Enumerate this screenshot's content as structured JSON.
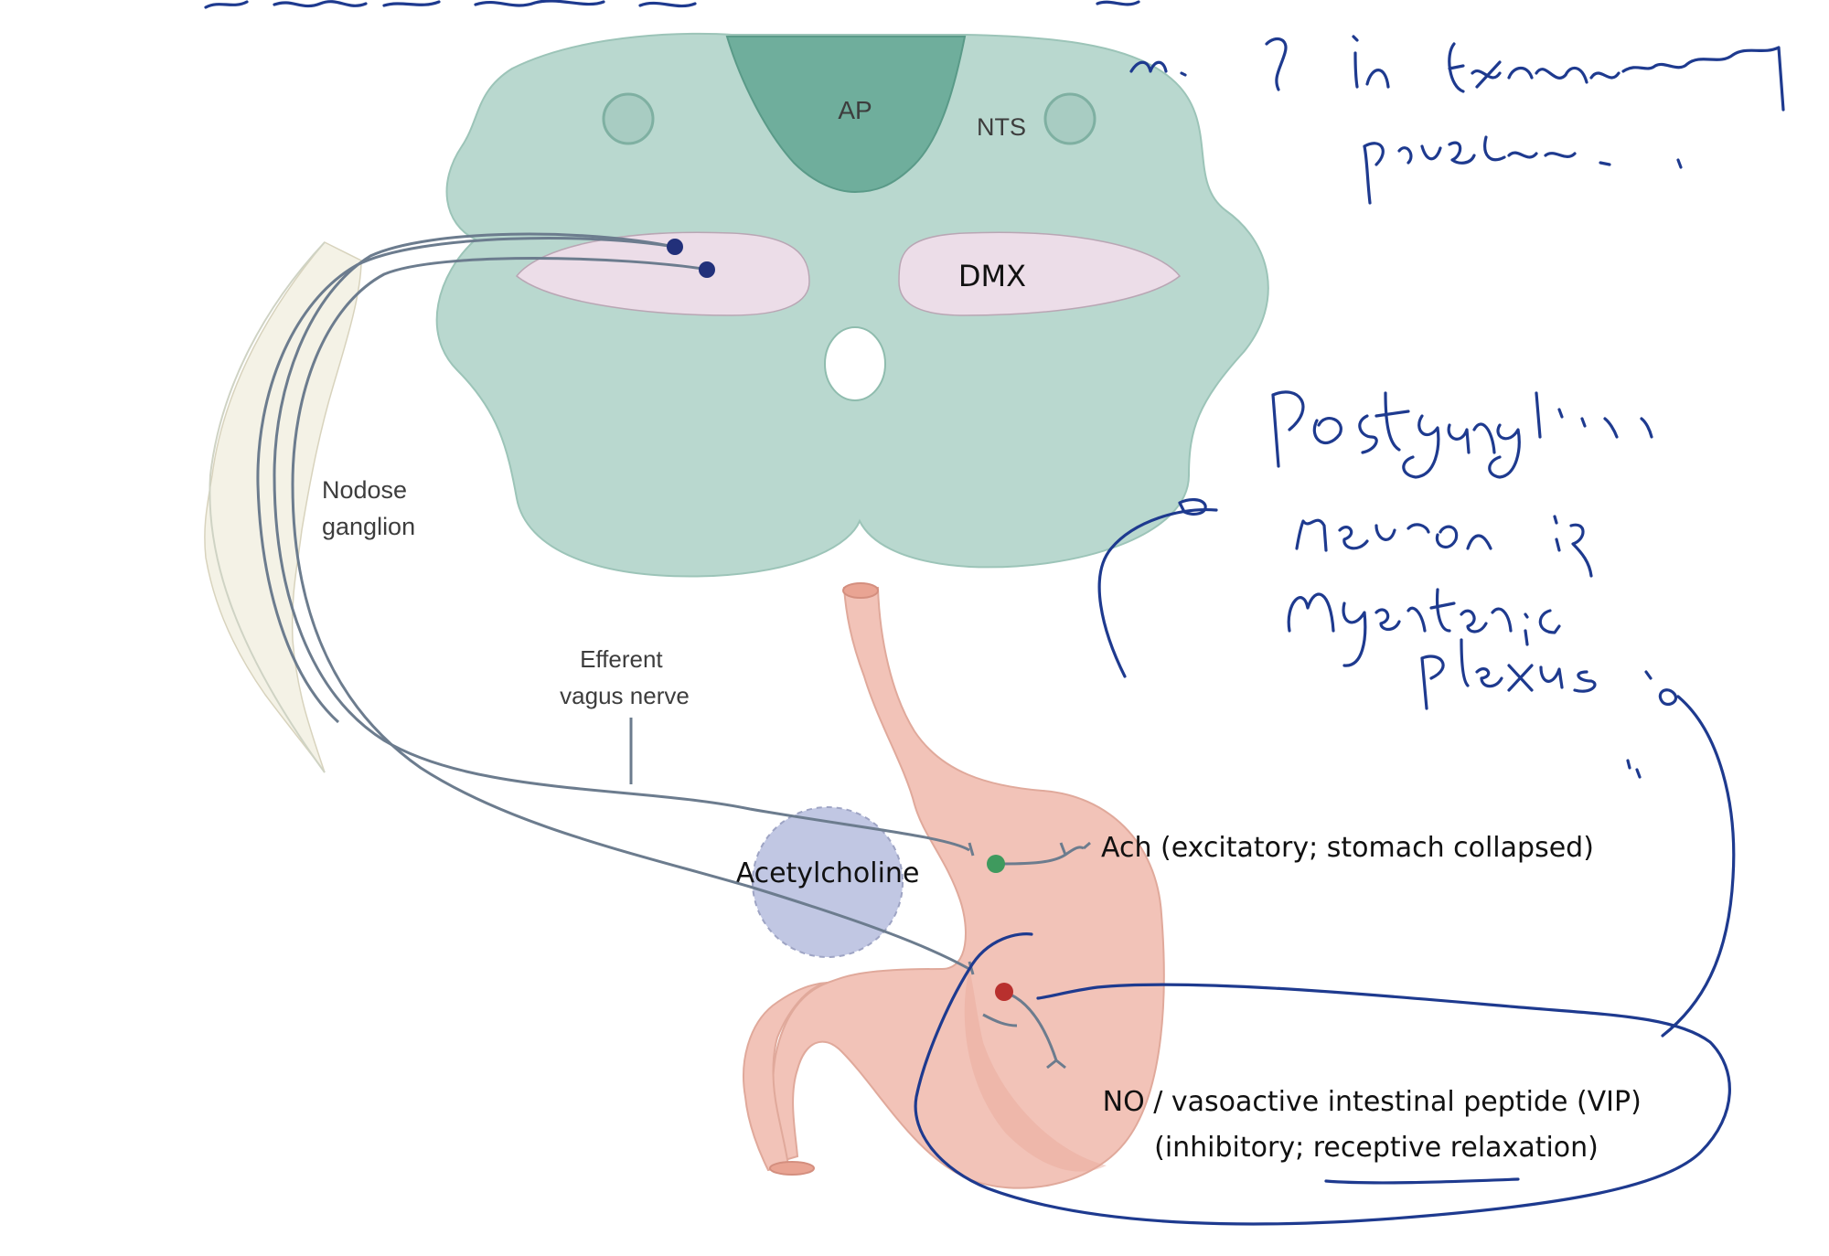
{
  "labels": {
    "ap": "AP",
    "nts": "NTS",
    "dmx": "DMX",
    "nodose": [
      "Nodose",
      "ganglion"
    ],
    "efferent": [
      "Efferent",
      "vagus nerve"
    ],
    "acetylcholine": "Acetylcholine",
    "ach": "Ach (excitatory; stomach collapsed)",
    "no_vip": [
      "NO / vasoactive intestinal peptide (VIP)",
      "(inhibitory; receptive relaxation)"
    ]
  },
  "handwriting": {
    "top": "n. 9 in Excitatory pressure",
    "right": [
      "Postganglionic",
      "neuron in",
      "Myenteric",
      "plexus"
    ]
  },
  "colors": {
    "brainstem": "#b9d8cf",
    "ap_region": "#6fae9c",
    "dmx": "#ecdde8",
    "stomach": "#f2c3b8",
    "nerve": "#6c7c8e",
    "ach_dot": "#3f9a5e",
    "no_dot": "#b8302e",
    "preganglionic_dot": "#22307a",
    "ink": "#1e3a8f",
    "acetylcholine_bubble": "#c1c7e3"
  }
}
